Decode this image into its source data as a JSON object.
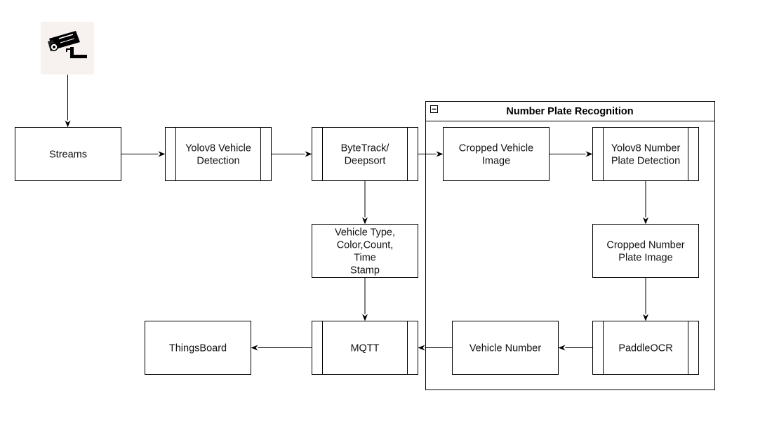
{
  "group": {
    "title": "Number Plate Recognition",
    "collapse_symbol": "−"
  },
  "nodes": [
    {
      "id": "camera",
      "kind": "icon",
      "icon": "cctv-camera-icon",
      "background": "#f7f2ef"
    },
    {
      "id": "streams",
      "kind": "process",
      "lines": [
        "Streams"
      ]
    },
    {
      "id": "yolov8-vehicle",
      "kind": "subprocess",
      "lines": [
        "Yolov8 Vehicle",
        "Detection"
      ]
    },
    {
      "id": "bytetrack",
      "kind": "subprocess",
      "lines": [
        "ByteTrack/",
        "Deepsort"
      ]
    },
    {
      "id": "vehicle-info",
      "kind": "process",
      "lines": [
        "Vehicle Type,",
        "Color,Count,",
        "Time",
        "Stamp"
      ]
    },
    {
      "id": "cropped-vehicle",
      "kind": "process",
      "lines": [
        "Cropped Vehicle",
        "Image"
      ]
    },
    {
      "id": "yolov8-plate",
      "kind": "subprocess",
      "lines": [
        "Yolov8 Number",
        "Plate Detection"
      ]
    },
    {
      "id": "cropped-plate",
      "kind": "process",
      "lines": [
        "Cropped Number",
        "Plate Image"
      ]
    },
    {
      "id": "paddleocr",
      "kind": "subprocess",
      "lines": [
        "PaddleOCR"
      ]
    },
    {
      "id": "vehicle-number",
      "kind": "process",
      "lines": [
        "Vehicle Number"
      ]
    },
    {
      "id": "mqtt",
      "kind": "subprocess",
      "lines": [
        "MQTT"
      ]
    },
    {
      "id": "thingsboard",
      "kind": "process",
      "lines": [
        "ThingsBoard"
      ]
    }
  ],
  "edges": [
    {
      "from": "camera",
      "to": "streams"
    },
    {
      "from": "streams",
      "to": "yolov8-vehicle"
    },
    {
      "from": "yolov8-vehicle",
      "to": "bytetrack"
    },
    {
      "from": "bytetrack",
      "to": "cropped-vehicle"
    },
    {
      "from": "bytetrack",
      "to": "vehicle-info"
    },
    {
      "from": "cropped-vehicle",
      "to": "yolov8-plate"
    },
    {
      "from": "yolov8-plate",
      "to": "cropped-plate"
    },
    {
      "from": "cropped-plate",
      "to": "paddleocr"
    },
    {
      "from": "paddleocr",
      "to": "vehicle-number"
    },
    {
      "from": "vehicle-number",
      "to": "mqtt"
    },
    {
      "from": "vehicle-info",
      "to": "mqtt"
    },
    {
      "from": "mqtt",
      "to": "thingsboard"
    }
  ]
}
